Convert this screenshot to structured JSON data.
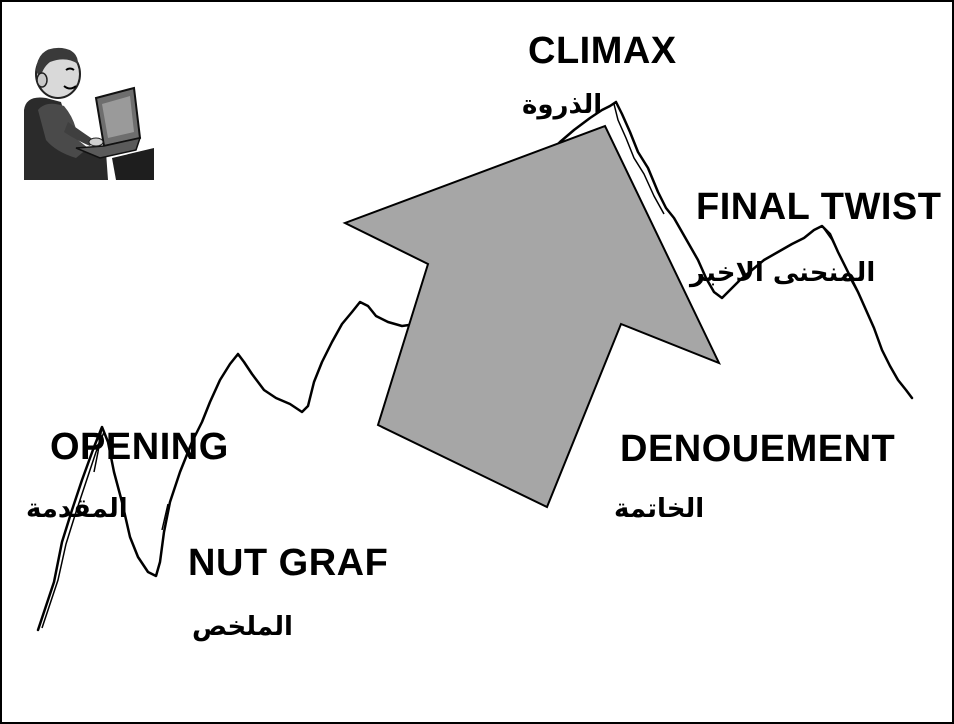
{
  "stages": {
    "opening": {
      "en": "OPENING",
      "ar": "المقدمة"
    },
    "nut_graf": {
      "en": "NUT GRAF",
      "ar": "الملخص"
    },
    "climax": {
      "en": "CLIMAX",
      "ar": "الذروة"
    },
    "final_twist": {
      "en": "FINAL TWIST",
      "ar": "المنحنى الاخير"
    },
    "denouement": {
      "en": "DENOUEMENT",
      "ar": "الخاتمة"
    }
  },
  "colors": {
    "arrow_fill": "#a6a6a6",
    "line": "#000000",
    "background": "#ffffff"
  },
  "icons": [
    "writer-at-laptop-clipart",
    "big-up-arrow"
  ]
}
